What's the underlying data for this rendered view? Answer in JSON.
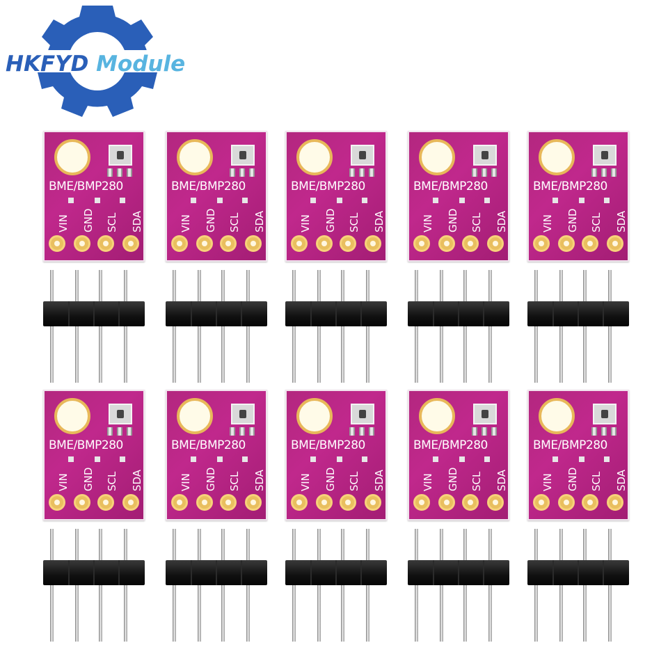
{
  "brand": {
    "name_prefix": "HKFYD",
    "name_suffix": " Module",
    "primary_color": "#2a5fb8",
    "secondary_color": "#58b4e0"
  },
  "product": {
    "board_title": "BME/BMP280",
    "pins": [
      "VIN",
      "GND",
      "SCL",
      "SDA"
    ],
    "pcb_color": "#b3277f",
    "count": 10
  }
}
